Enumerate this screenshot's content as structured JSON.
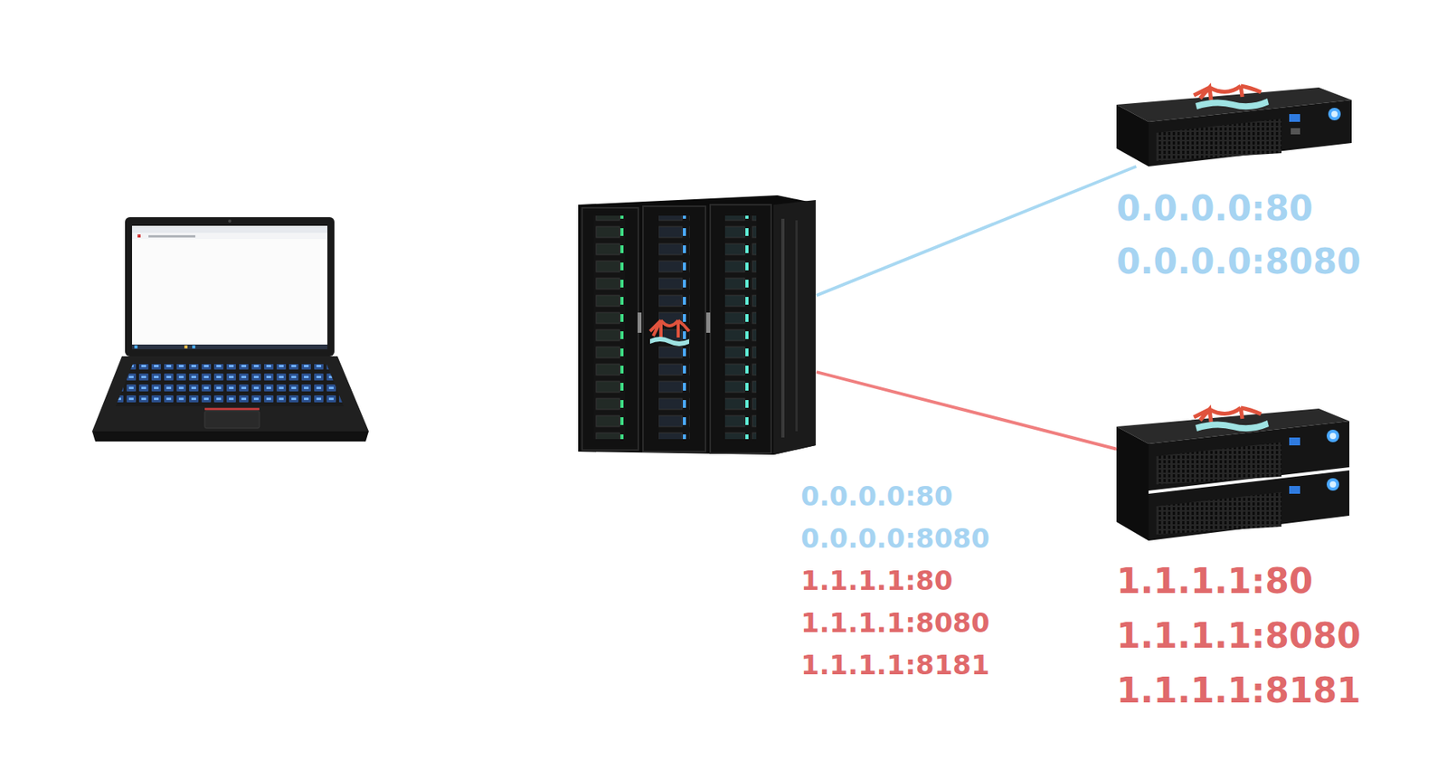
{
  "diagram": {
    "nodes": [
      {
        "text": [
          "0.0.0.0:80",
          "0.0.0.0:8080",
          "1.1.1.1:80",
          "1.1.1.1:8080",
          "1.1.1.1:8181"
        ]
      },
      {
        "text": [
          "0.0.0.0:80",
          "0.0.0.0:8080"
        ]
      },
      {
        "text": [
          "1.1.1.1:80",
          "1.1.1.1:8080",
          "1.1.1.1:8181"
        ]
      }
    ],
    "edges": [
      {
        "from": 0,
        "to": 1,
        "arrow": "none"
      },
      {
        "from": 0,
        "to": 2,
        "arrow": "none"
      }
    ]
  }
}
